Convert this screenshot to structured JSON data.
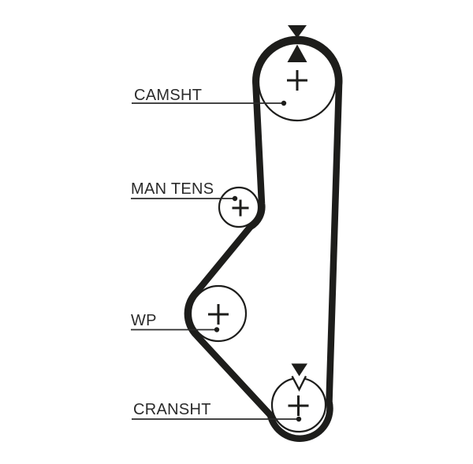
{
  "diagram": {
    "kind": "timing-belt-routing-diagram",
    "background": "#ffffff",
    "ink": "#1d1d1b",
    "label_color": "#2b2b2b",
    "pulleys": [
      {
        "id": "camshaft",
        "label": "CAMSHT",
        "center_mark": "+",
        "alignment_marks": "opposed-filled-triangles"
      },
      {
        "id": "manual-tensioner",
        "label": "MAN TENS",
        "center_mark": "+",
        "alignment_marks": ""
      },
      {
        "id": "water-pump",
        "label": "WP",
        "center_mark": "+",
        "alignment_marks": ""
      },
      {
        "id": "crankshaft",
        "label": "CRANSHT",
        "center_mark": "+",
        "alignment_marks": "filled-triangle-and-open-arrow"
      }
    ]
  }
}
